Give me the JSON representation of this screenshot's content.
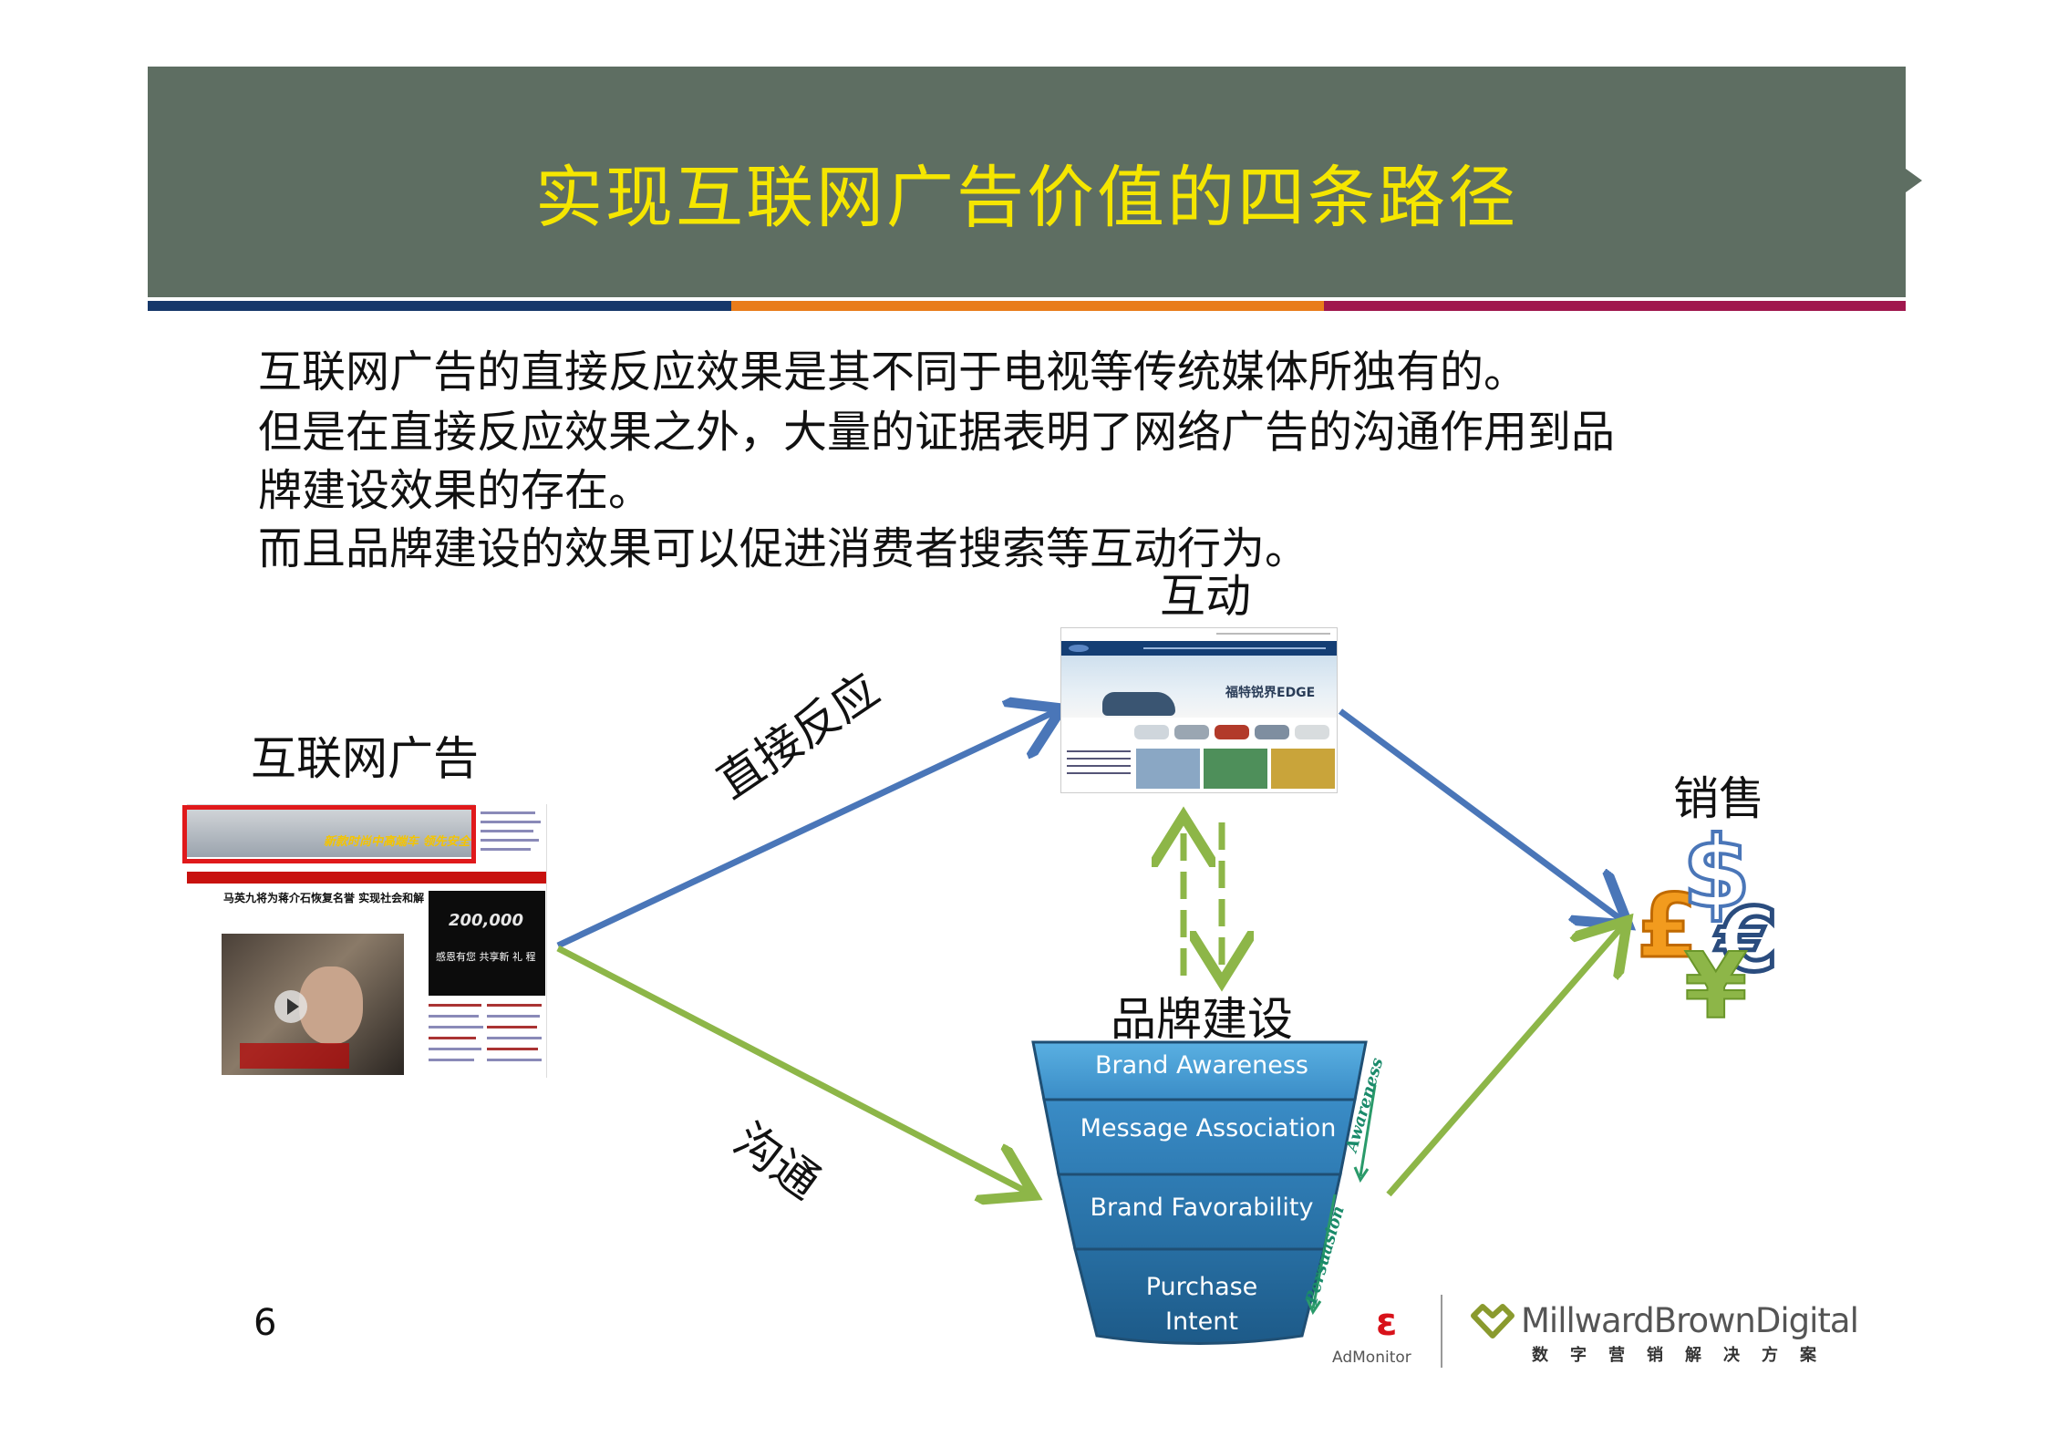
{
  "slide": {
    "title": "实现互联网广告价值的四条路径",
    "body_lines": [
      "互联网广告的直接反应效果是其不同于电视等传统媒体所独有的。",
      "但是在直接反应效果之外，大量的证据表明了网络广告的沟通作用到品",
      "牌建设效果的存在。",
      "而且品牌建设的效果可以促进消费者搜索等互动行为。"
    ],
    "page_number": "6"
  },
  "diagram": {
    "internet_ad_label": "互联网广告",
    "interaction_label": "互动",
    "sales_label": "销售",
    "brand_building_label": "品牌建设",
    "direct_response_label": "直接反应",
    "communication_label": "沟通",
    "arrow_colors": {
      "blue": "#4a76b8",
      "green": "#8db648"
    }
  },
  "ad_screenshot": {
    "banner_text": "新款时尚中高端车 领先安全",
    "headline": "马英九将为蒋介石恢复名誉 实现社会和解",
    "black_ad_number": "200,000",
    "black_ad_text": "感恩有您 共享新 礼 程"
  },
  "site_screenshot": {
    "hero_text": "福特锐界EDGE"
  },
  "funnel": {
    "stages": [
      "Brand Awareness",
      "Message Association",
      "Brand Favorability",
      "Purchase",
      "Intent"
    ],
    "side_labels": [
      "Awareness",
      "Persuasion"
    ],
    "colors": {
      "top": "#4aa3d8",
      "bottom": "#1e5f8f"
    }
  },
  "currency_symbols": [
    "£",
    "$",
    "€",
    "¥"
  ],
  "logos": {
    "admonitor": "AdMonitor",
    "millward_brown": "MillwardBrownDigital",
    "millward_brown_sub": "数字营销解决方案"
  }
}
